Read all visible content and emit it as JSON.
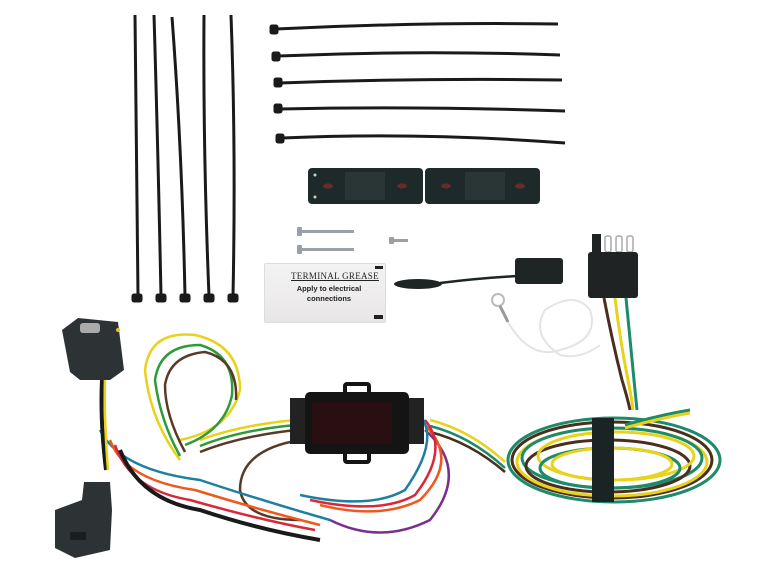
{
  "image": {
    "description": "Trailer wiring harness kit product photo on white background",
    "background": "#ffffff"
  },
  "components": {
    "vertical_cable_ties": {
      "count": 5,
      "color": "#1a1a1a"
    },
    "horizontal_cable_ties": {
      "count": 5,
      "color": "#1a1a1a"
    },
    "mounting_bracket": {
      "pieces": 2,
      "color": "#1e2a2a"
    },
    "screws": {
      "long_count": 2,
      "short_count": 1,
      "color": "#9aa0a6"
    },
    "terminal_grease_packet": {
      "title": "TERMINAL GREASE",
      "subtitle_line1": "Apply to electrical",
      "subtitle_line2": "connections"
    },
    "dust_cover": {
      "color": "#1f2424"
    },
    "ground_wire": {
      "color": "#e8e8e8"
    },
    "four_way_connector": {
      "pins": 3,
      "color": "#1f2323"
    },
    "converter_module": {
      "color": "#141414",
      "face": "#2a0f12"
    },
    "vehicle_connectors": {
      "count": 2,
      "color": "#2d3335"
    },
    "coiled_harness": {
      "wire_colors": [
        "#1d8a6a",
        "#e8d21a",
        "#4a2e1e"
      ]
    }
  },
  "wire_colors": {
    "yellow": "#e8d21a",
    "green": "#2e9a3a",
    "brown": "#5a3a24",
    "red": "#d8283a",
    "orange": "#f0581e",
    "blue": "#1e7fa0",
    "purple": "#7a2e8e",
    "black": "#1a1a1a",
    "teal": "#1d8a6a",
    "white": "#eeeeee"
  }
}
